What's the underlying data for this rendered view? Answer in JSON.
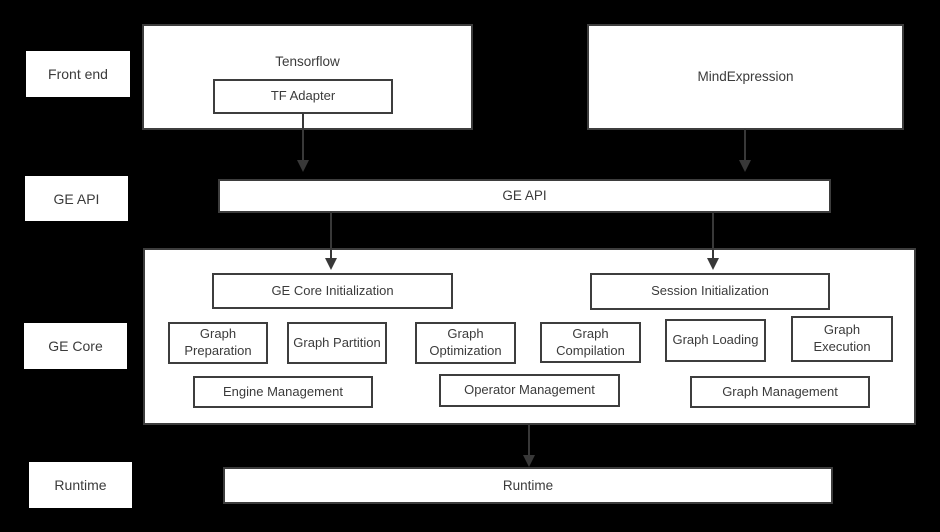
{
  "colors": {
    "background": "#000000",
    "box_fill": "#ffffff",
    "border": "#3d3d3d",
    "text": "#3b3b3b",
    "arrow": "#383838"
  },
  "side_labels": {
    "front_end": "Front end",
    "ge_api": "GE API",
    "ge_core": "GE Core",
    "runtime": "Runtime"
  },
  "front_end": {
    "tensorflow_title": "Tensorflow",
    "tf_adapter": "TF Adapter",
    "mind_expression": "MindExpression"
  },
  "ge_api_bar": {
    "label": "GE API"
  },
  "ge_core": {
    "core_init": "GE Core Initialization",
    "session_init": "Session Initialization",
    "stages": [
      "Graph Preparation",
      "Graph Partition",
      "Graph Optimization",
      "Graph Compilation",
      "Graph Loading",
      "Graph Execution"
    ],
    "management": [
      "Engine Management",
      "Operator Management",
      "Graph Management"
    ]
  },
  "runtime_bar": {
    "label": "Runtime"
  }
}
